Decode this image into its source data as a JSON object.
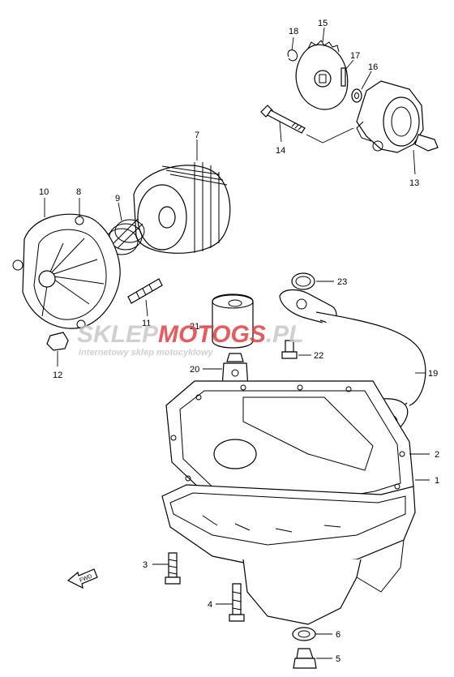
{
  "watermark": {
    "brand_part1": "SKLEP",
    "brand_part2": "MOTO",
    "brand_part3": "GS",
    "brand_part4": ".PL",
    "tagline": "internetowy sklep motocyklowy",
    "brand_gray": "#c8c8c8",
    "brand_red": "#e04040"
  },
  "fwd_label": "FWD",
  "callouts": {
    "c1": "1",
    "c2": "2",
    "c3": "3",
    "c4": "4",
    "c5": "5",
    "c6": "6",
    "c7": "7",
    "c8": "8",
    "c9": "9",
    "c10": "10",
    "c11": "11",
    "c12": "12",
    "c13": "13",
    "c14": "14",
    "c15": "15",
    "c16": "16",
    "c17": "17",
    "c18": "18",
    "c19": "19",
    "c20": "20",
    "c21": "21",
    "c22": "22",
    "c23": "23"
  }
}
